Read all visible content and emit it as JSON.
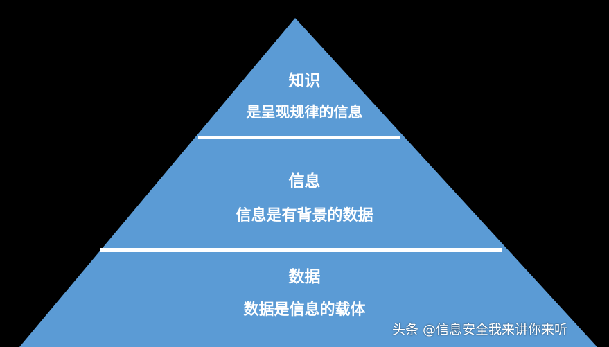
{
  "colors": {
    "background": "#000000",
    "pyramid_fill": "#5b9bd5",
    "separator": "#ffffff",
    "text": "#ffffff"
  },
  "pyramid": {
    "tiers": [
      {
        "title": "知识",
        "description": "是呈现规律的信息"
      },
      {
        "title": "信息",
        "description": "信息是有背景的数据"
      },
      {
        "title": "数据",
        "description": "数据是信息的载体"
      }
    ]
  },
  "watermark": "头条 @信息安全我来讲你来听"
}
